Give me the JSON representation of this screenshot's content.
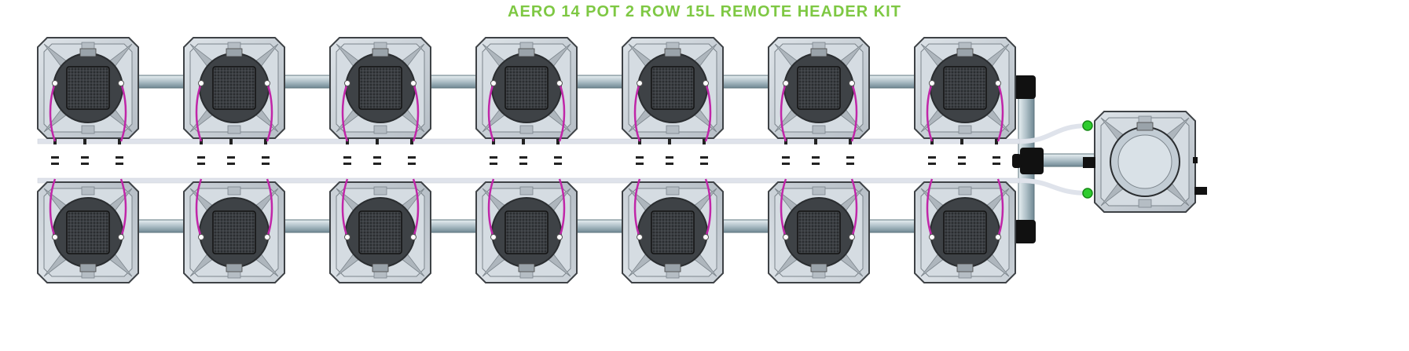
{
  "title": "AERO 14 POT 2 ROW 15L REMOTE HEADER KIT",
  "colors": {
    "title": "#7ec843",
    "pot_body": "#c9d0d6",
    "pot_outline": "#3e4246",
    "lid": "#3e4246",
    "net_cup": "#2a2d30",
    "drip_line": "#c026a8",
    "pipe": "#aebfc7",
    "feed_hose": "#dfe3eb",
    "elbow": "#111111",
    "valve": "#2ecc2e"
  },
  "rows": [
    {
      "name": "top-row",
      "pots": 7
    },
    {
      "name": "bottom-row",
      "pots": 7
    }
  ],
  "icons": [
    "pot-icon",
    "net-cup-icon",
    "elbow-icon",
    "valve-icon",
    "reservoir-icon"
  ]
}
